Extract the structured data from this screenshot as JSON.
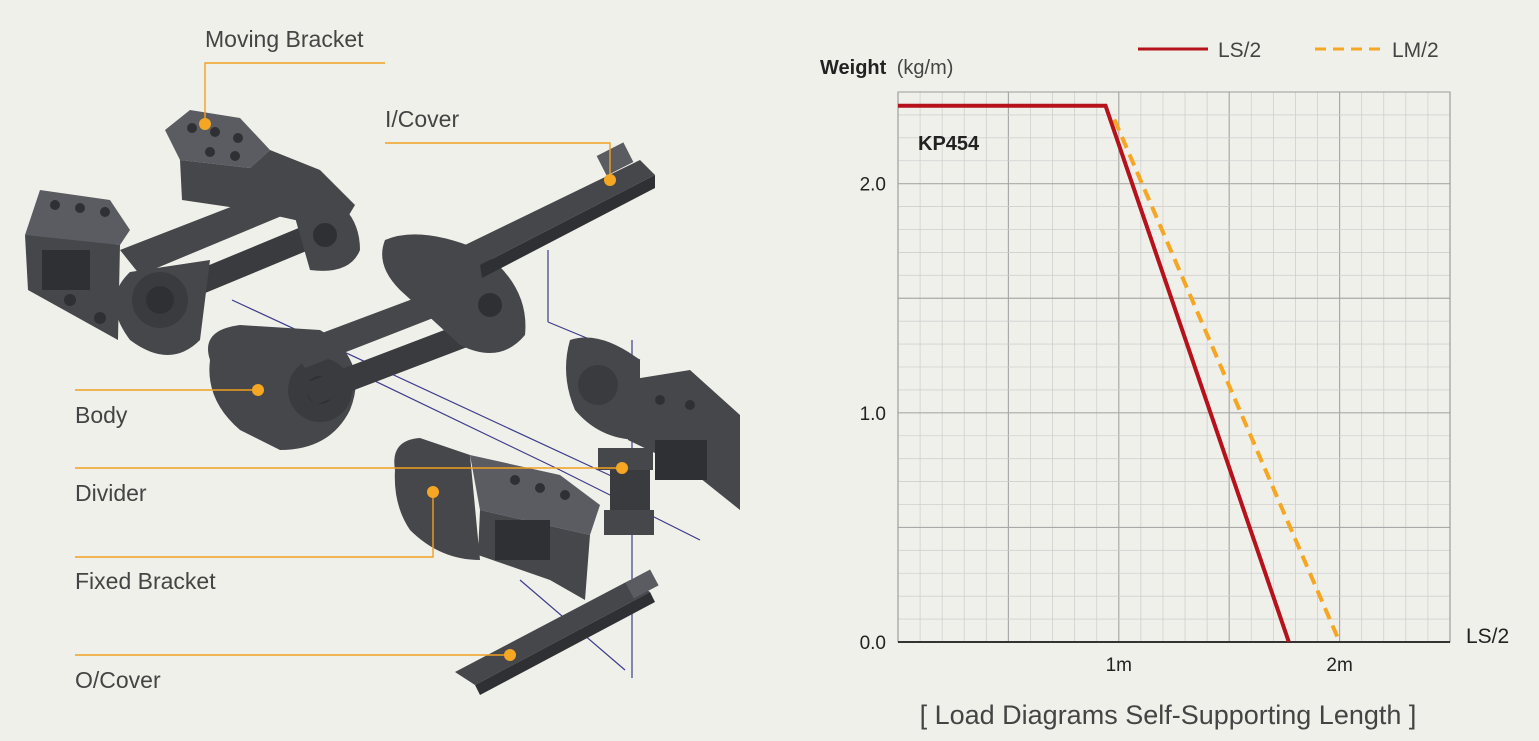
{
  "colors": {
    "background": "#f0f0eb",
    "part": "#46474b",
    "part_dark": "#2f3033",
    "part_light": "#5b5c61",
    "leader": "#f0a020",
    "guide": "#3c3c8c",
    "grid": "#c8c8c8",
    "series_ls": "#b5121b",
    "series_lm": "#f5a623"
  },
  "parts": [
    {
      "id": "moving-bracket",
      "label": "Moving Bracket"
    },
    {
      "id": "i-cover",
      "label": "I/Cover"
    },
    {
      "id": "body",
      "label": "Body"
    },
    {
      "id": "divider",
      "label": "Divider"
    },
    {
      "id": "fixed-bracket",
      "label": "Fixed Bracket"
    },
    {
      "id": "o-cover",
      "label": "O/Cover"
    }
  ],
  "chart_data": {
    "type": "line",
    "ylabel_bold": "Weight",
    "ylabel_unit": "(kg/m)",
    "xlabel": "LS/2",
    "annotation": "KP454",
    "caption": "[ Load Diagrams Self-Supporting Length ]",
    "xlim": [
      0,
      2.5
    ],
    "ylim": [
      0,
      2.4
    ],
    "x_ticks": [
      {
        "value": 1,
        "label": "1m"
      },
      {
        "value": 2,
        "label": "2m"
      }
    ],
    "y_ticks": [
      {
        "value": 0,
        "label": "0.0"
      },
      {
        "value": 1,
        "label": "1.0"
      },
      {
        "value": 2,
        "label": "2.0"
      }
    ],
    "grid_major_x": 0.5,
    "grid_minor_x": 0.1,
    "grid_major_y": 0.5,
    "grid_minor_y": 0.1,
    "legend_position": "top-right",
    "series": [
      {
        "name": "LS/2",
        "style": "solid",
        "color": "#b5121b",
        "points": [
          [
            0,
            2.34
          ],
          [
            0.94,
            2.34
          ],
          [
            1.77,
            0
          ]
        ]
      },
      {
        "name": "LM/2",
        "style": "dashed",
        "color": "#f5a623",
        "points": [
          [
            0.98,
            2.28
          ],
          [
            2.0,
            0
          ]
        ]
      }
    ]
  }
}
